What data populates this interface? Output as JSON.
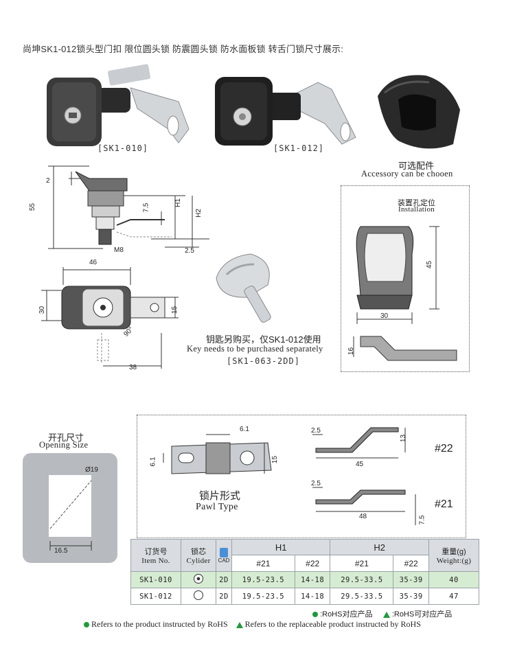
{
  "heading": "尚坤SK1-012锁头型门扣 限位圆头锁 防震圆头锁 防水面板锁 转舌门锁尺寸展示:",
  "products": {
    "p1_label": "[SK1-010]",
    "p2_label": "[SK1-012]"
  },
  "accessory": {
    "cn": "可选配件",
    "en": "Accessory can be chooen",
    "install_cn": "装置孔定位",
    "install_en": "Installation",
    "dims": {
      "h": "45",
      "w": "30",
      "t": "16"
    }
  },
  "key": {
    "cn": "钥匙另购买，仅SK1-012使用",
    "en": "Key needs to be purchased separately",
    "code": "[SK1-063-2DD]"
  },
  "drawing": {
    "d2": "2",
    "d55": "55",
    "d7_5": "7.5",
    "h1": "H1",
    "h2": "H2",
    "m8": "M8",
    "d2_5": "2.5",
    "d46": "46",
    "d30": "30",
    "d15": "15",
    "d90": "90°",
    "d38": "38"
  },
  "opening": {
    "cn": "开孔尺寸",
    "en": "Opening Size",
    "dia": "Ø19",
    "w": "16.5"
  },
  "pawl": {
    "cn": "锁片形式",
    "en": "Pawl Type",
    "d6_1_top": "6.1",
    "d6_1_left": "6.1",
    "d15": "15",
    "t22": {
      "d2_5": "2.5",
      "d13": "13",
      "d45": "45",
      "tag": "#22"
    },
    "t21": {
      "d2_5": "2.5",
      "d48": "48",
      "d7_5": "7.5",
      "tag": "#21"
    }
  },
  "table": {
    "col_item_cn": "订货号",
    "col_item_en": "Item No.",
    "col_core_cn": "锁芯",
    "col_core_en": "Cylider",
    "col_cad": "CAD",
    "h1": "H1",
    "h2": "H2",
    "sub21a": "#21",
    "sub22a": "#22",
    "sub21b": "#21",
    "sub22b": "#22",
    "col_w_cn": "重量(g)",
    "col_w_en": "Weight:(g)",
    "rows": [
      {
        "item": "SK1-010",
        "cad": "2D",
        "h1_21": "19.5-23.5",
        "h1_22": "14-18",
        "h2_21": "29.5-33.5",
        "h2_22": "35-39",
        "w": "40"
      },
      {
        "item": "SK1-012",
        "cad": "2D",
        "h1_21": "19.5-23.5",
        "h1_22": "14-18",
        "h2_21": "29.5-33.5",
        "h2_22": "35-39",
        "w": "47"
      }
    ]
  },
  "legend": {
    "dot_cn": ":RoHS对应产品",
    "tri_cn": ":RoHS可对应产品",
    "dot_en": "Refers to the product instructed by RoHS",
    "tri_en": "Refers to the replaceable product instructed by RoHS"
  }
}
